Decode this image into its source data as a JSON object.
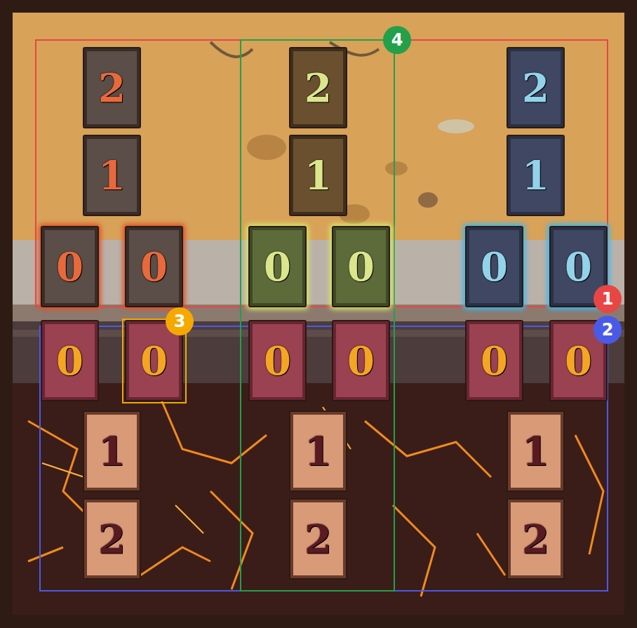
{
  "diagram": {
    "nodes": [
      {
        "text": [
          "2"
        ]
      },
      {
        "text": [
          "2"
        ]
      },
      {
        "text": [
          "2"
        ]
      },
      {
        "text": [
          "1"
        ]
      },
      {
        "text": [
          "1"
        ]
      },
      {
        "text": [
          "1"
        ]
      },
      {
        "text": [
          "0"
        ]
      },
      {
        "text": [
          "0"
        ]
      },
      {
        "text": [
          "0"
        ]
      },
      {
        "text": [
          "0"
        ]
      },
      {
        "text": [
          "0"
        ]
      },
      {
        "text": [
          "0"
        ]
      },
      {
        "text": [
          "0"
        ]
      },
      {
        "text": [
          "0"
        ]
      },
      {
        "text": [
          "0"
        ]
      },
      {
        "text": [
          "0"
        ]
      },
      {
        "text": [
          "0"
        ]
      },
      {
        "text": [
          "0"
        ]
      },
      {
        "text": [
          "1"
        ]
      },
      {
        "text": [
          "1"
        ]
      },
      {
        "text": [
          "1"
        ]
      },
      {
        "text": [
          "2"
        ]
      },
      {
        "text": [
          "2"
        ]
      },
      {
        "text": [
          "2"
        ]
      }
    ],
    "labels": [
      "1",
      "2",
      "3",
      "4"
    ]
  }
}
